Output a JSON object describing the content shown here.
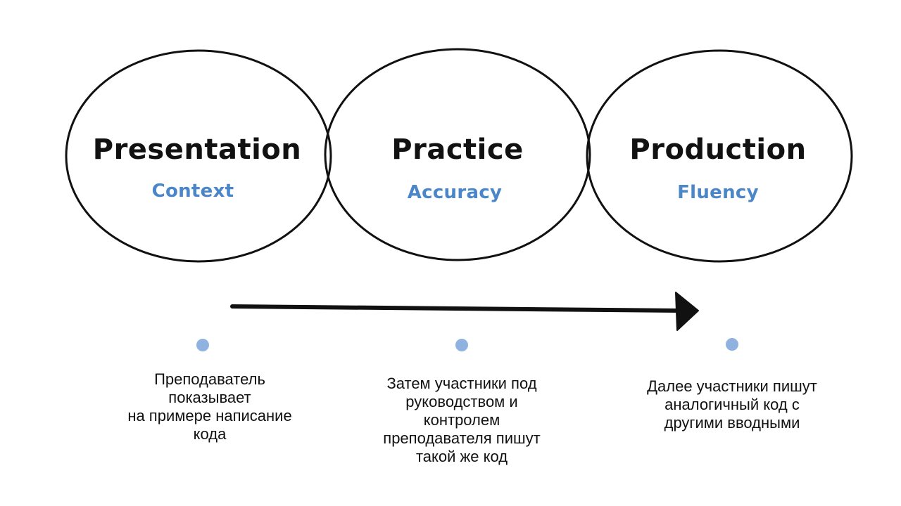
{
  "colors": {
    "ink": "#111111",
    "accent": "#4a86c8",
    "dot": "#8fb2e0"
  },
  "stages": [
    {
      "title": "Presentation",
      "subtitle": "Context",
      "description": "Преподаватель\nпоказывает\nна примере написание\nкода"
    },
    {
      "title": "Practice",
      "subtitle": "Accuracy",
      "description": "Затем участники под\nруководством и\nконтролем\nпреподавателя пишут\nтакой же код"
    },
    {
      "title": "Production",
      "subtitle": "Fluency",
      "description": "Далее участники пишут\nаналогичный код с\nдругими вводными"
    }
  ]
}
